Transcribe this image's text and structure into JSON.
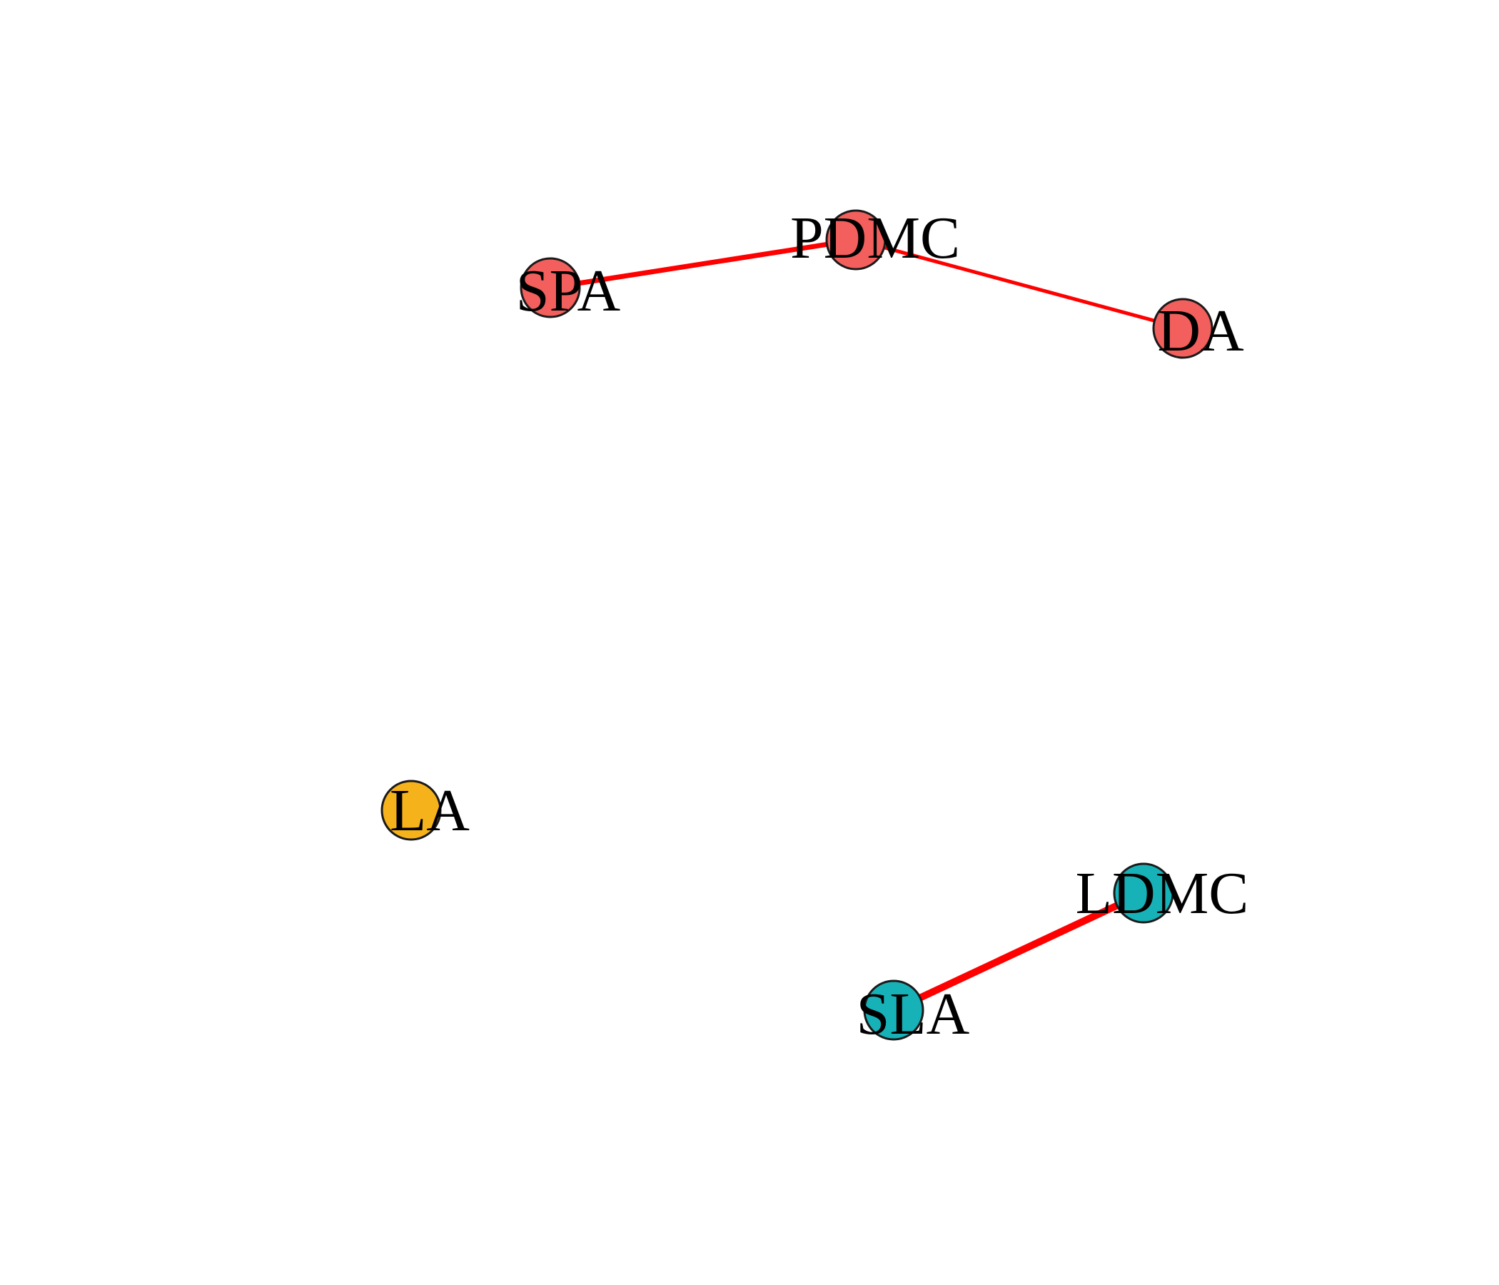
{
  "nodes": [
    {
      "id": "SPA",
      "label": "SPA",
      "color": "#F25F5C"
    },
    {
      "id": "PDMC",
      "label": "PDMC",
      "color": "#F25F5C"
    },
    {
      "id": "DA",
      "label": "DA",
      "color": "#F25F5C"
    },
    {
      "id": "LA",
      "label": "LA",
      "color": "#F5B21B"
    },
    {
      "id": "LDMC",
      "label": "LDMC",
      "color": "#17B2B8"
    },
    {
      "id": "SLA",
      "label": "SLA",
      "color": "#17B2B8"
    }
  ],
  "edges": [
    {
      "source": "SPA",
      "target": "PDMC",
      "color": "#FF0000",
      "weight": "strong"
    },
    {
      "source": "PDMC",
      "target": "DA",
      "color": "#FF0000",
      "weight": "medium"
    },
    {
      "source": "SLA",
      "target": "LDMC",
      "color": "#FF0000",
      "weight": "strongest"
    }
  ]
}
